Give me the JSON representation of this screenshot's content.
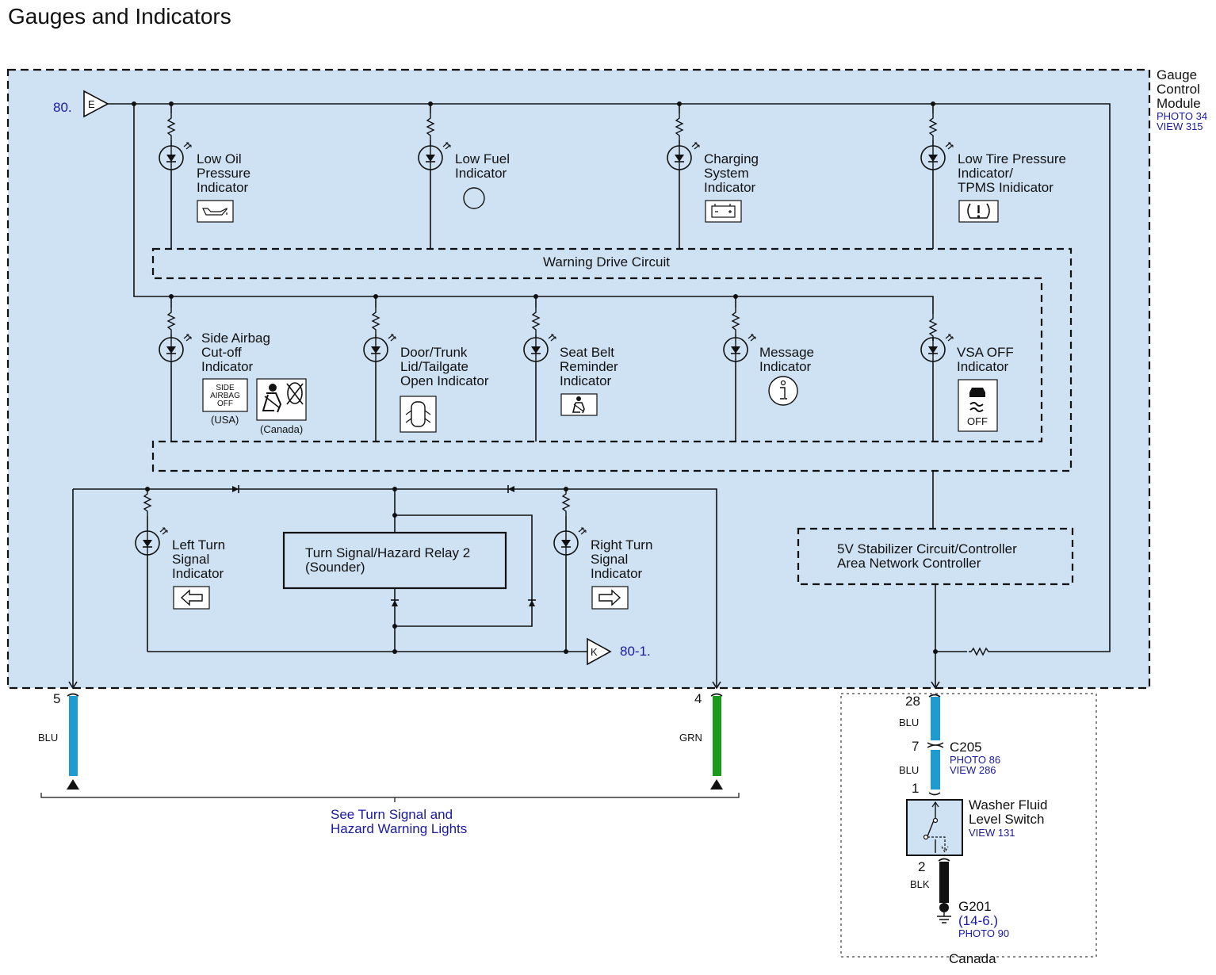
{
  "page_title": "Gauges and Indicators",
  "module": {
    "name": [
      "Gauge",
      "Control",
      "Module"
    ],
    "photo": "PHOTO 34",
    "view": "VIEW 315",
    "connector_in": {
      "ref": "80.",
      "letter": "E"
    },
    "connector_out": {
      "ref": "80-1.",
      "letter": "K"
    }
  },
  "top_indicators": [
    {
      "label": [
        "Low Oil",
        "Pressure",
        "Indicator"
      ],
      "icon": "oil-can-icon"
    },
    {
      "label": [
        "Low Fuel",
        "Indicator"
      ],
      "icon": "circle-icon"
    },
    {
      "label": [
        "Charging",
        "System",
        "Indicator"
      ],
      "icon": "battery-icon"
    },
    {
      "label": [
        "Low Tire Pressure",
        "Indicator/",
        "TPMS Inidicator"
      ],
      "icon": "tpms-icon"
    }
  ],
  "warning_drive_circuit": "Warning Drive Circuit",
  "mid_indicators": [
    {
      "label": [
        "Side Airbag",
        "Cut-off",
        "Indicator"
      ],
      "icon": "side-airbag-icon",
      "badge_text": [
        "SIDE",
        "AIRBAG",
        "OFF"
      ],
      "badge_note": "(USA)",
      "alt_note": "(Canada)"
    },
    {
      "label": [
        "Door/Trunk",
        "Lid/Tailgate",
        "Open Indicator"
      ],
      "icon": "door-open-icon"
    },
    {
      "label": [
        "Seat Belt",
        "Reminder",
        "Indicator"
      ],
      "icon": "seat-belt-icon"
    },
    {
      "label": [
        "Message",
        "Indicator"
      ],
      "icon": "info-icon"
    },
    {
      "label": [
        "VSA OFF",
        "Indicator"
      ],
      "icon": "vsa-off-icon",
      "badge_text": [
        "OFF"
      ]
    }
  ],
  "turn": {
    "left": {
      "label": [
        "Left Turn",
        "Signal",
        "Indicator"
      ],
      "icon": "left-arrow-icon"
    },
    "right": {
      "label": [
        "Right Turn",
        "Signal",
        "Indicator"
      ],
      "icon": "right-arrow-icon"
    },
    "relay": [
      "Turn Signal/Hazard Relay 2",
      "(Sounder)"
    ]
  },
  "stabilizer": [
    "5V Stabilizer Circuit/Controller",
    "Area Network Controller"
  ],
  "pins": {
    "left": {
      "pin": "5",
      "wire": "BLU",
      "color": "#1f9bd0"
    },
    "right": {
      "pin": "4",
      "wire": "GRN",
      "color": "#1a9a1a"
    }
  },
  "see_turn": [
    "See Turn Signal and",
    "Hazard Warning Lights"
  ],
  "washer": {
    "pin_top": "28",
    "wire1": "BLU",
    "conn_pin": "7",
    "conn": "C205",
    "conn_photo": "PHOTO 86",
    "conn_view": "VIEW 286",
    "wire2": "BLU",
    "pin_sw": "1",
    "switch": [
      "Washer Fluid",
      "Level Switch"
    ],
    "switch_view": "VIEW 131",
    "pin_gnd": "2",
    "wire3": "BLK",
    "ground": "G201",
    "ground_ref": "(14-6.)",
    "ground_photo": "PHOTO 90",
    "region": "Canada",
    "blu_color": "#1f9bd0",
    "blk_color": "#111111"
  },
  "colors": {
    "module_fill": "#cfe2f3",
    "link_blue": "#1a1aa0"
  }
}
